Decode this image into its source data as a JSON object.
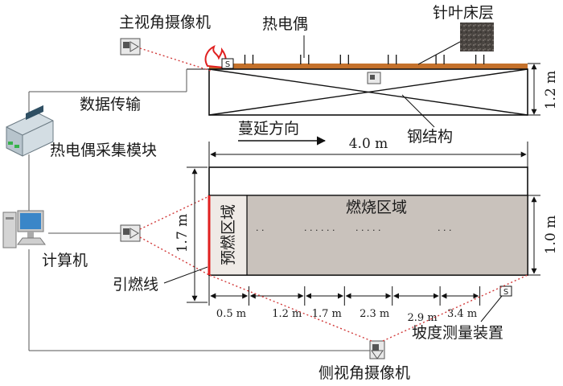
{
  "labels": {
    "front_camera": "主视角摄像机",
    "thermocouple": "热电偶",
    "needle_bed": "针叶床层",
    "data_transfer": "数据传输",
    "steel_structure": "钢结构",
    "spread_direction": "蔓延方向",
    "tc_module": "热电偶采集模块",
    "computer": "计算机",
    "ignition_line": "引燃线",
    "side_camera": "侧视角摄像机",
    "slope_device": "坡度测量装置",
    "preburn_zone": "预燃区域",
    "burn_zone": "燃烧区域",
    "slope_marker": "S"
  },
  "dimensions": {
    "length": "4.0 m",
    "height": "1.2 m",
    "total_width": "1.7 m",
    "fuel_width": "1.0 m"
  },
  "thermocouple_positions": [
    "0.5 m",
    "1.2 m",
    "1.7 m",
    "2.3 m",
    "2.9 m",
    "3.4 m"
  ],
  "dots": {
    "row1": "· ·",
    "row2": "· · · · · ·",
    "row3": "· · · · ·",
    "row4": "· · ·"
  },
  "colors": {
    "fuel_bed": "#c4712b",
    "burn_area": "#c9c2bc",
    "ignition": "#e02020",
    "dotted_line": "#d23c3c"
  }
}
